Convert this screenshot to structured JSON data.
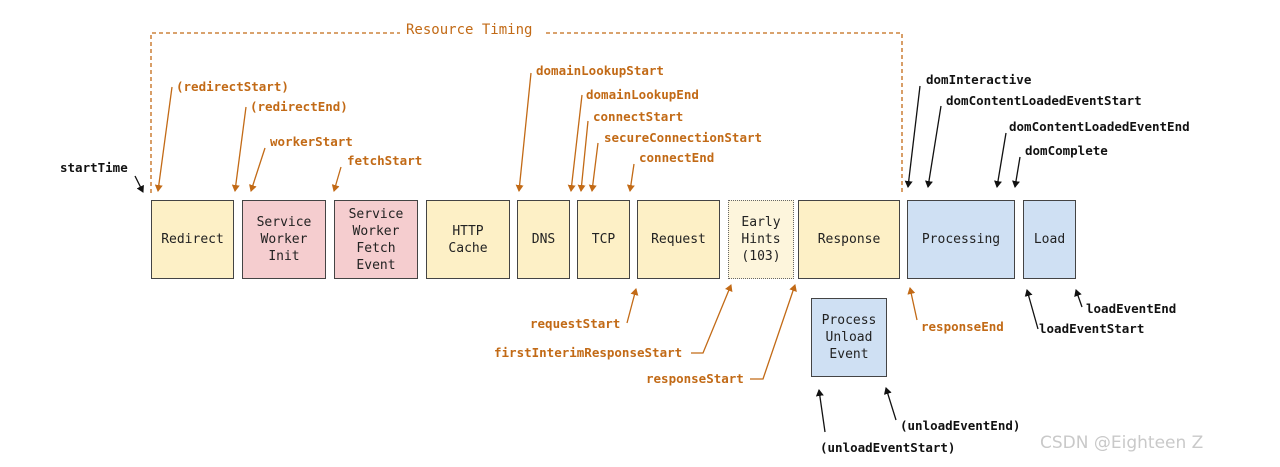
{
  "group_title": "Resource Timing",
  "boxes": {
    "redirect": "Redirect",
    "service_worker_init": "Service\nWorker\nInit",
    "service_worker_fetch_event": "Service\nWorker\nFetch\nEvent",
    "http_cache": "HTTP\nCache",
    "dns": "DNS",
    "tcp": "TCP",
    "request": "Request",
    "early_hints": "Early\nHints\n(103)",
    "response": "Response",
    "processing": "Processing",
    "load": "Load",
    "process_unload_event": "Process\nUnload\nEvent"
  },
  "labels": {
    "start_time": "startTime",
    "redirect_start": "(redirectStart)",
    "redirect_end": "(redirectEnd)",
    "worker_start": "workerStart",
    "fetch_start": "fetchStart",
    "domain_lookup_start": "domainLookupStart",
    "domain_lookup_end": "domainLookupEnd",
    "connect_start": "connectStart",
    "secure_connection_start": "secureConnectionStart",
    "connect_end": "connectEnd",
    "request_start": "requestStart",
    "first_interim_response_start": "firstInterimResponseStart",
    "response_start": "responseStart",
    "response_end": "responseEnd",
    "dom_interactive": "domInteractive",
    "dom_content_loaded_event_start": "domContentLoadedEventStart",
    "dom_content_loaded_event_end": "domContentLoadedEventEnd",
    "dom_complete": "domComplete",
    "load_event_start": "loadEventStart",
    "load_event_end": "loadEventEnd",
    "unload_event_start": "(unloadEventStart)",
    "unload_event_end": "(unloadEventEnd)"
  },
  "watermark": "CSDN @Eighteen Z",
  "colors": {
    "accent_orange": "#c26a16",
    "box_yellow": "#fdf0c6",
    "box_pink": "#f5cdcf",
    "box_blue": "#cfe0f3"
  }
}
